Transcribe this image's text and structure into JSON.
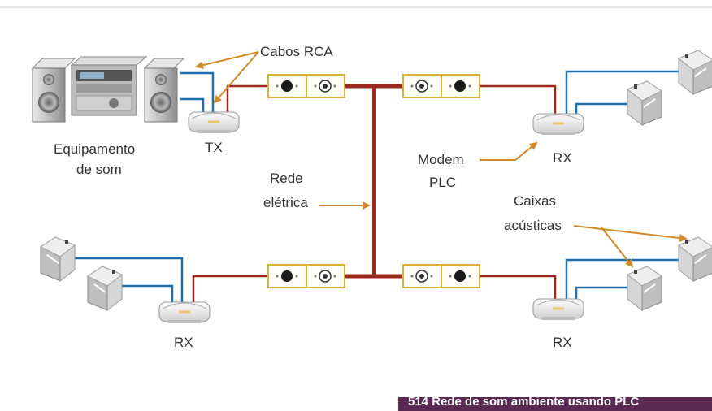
{
  "labels": {
    "cabos_rca": "Cabos RCA",
    "equip_line1": "Equipamento",
    "equip_line2": "de som",
    "tx": "TX",
    "rede_line1": "Rede",
    "rede_line2": "elétrica",
    "modem_line1": "Modem",
    "modem_line2": "PLC",
    "rx_top_right": "RX",
    "caixas_line1": "Caixas",
    "caixas_line2": "acústicas",
    "rx_bottom_left": "RX",
    "rx_bottom_right": "RX"
  },
  "caption": "514 Rede de som ambiente usando PLC",
  "colors": {
    "power_line": "#9b2a1e",
    "audio_cable": "#1e6fae",
    "annotation_arrow": "#d08a2a",
    "outlet_border": "#d9b23a",
    "caption_bg": "#5a2a55"
  },
  "icons": [
    "stereo-system-icon",
    "plc-modem-icon",
    "power-outlet-icon",
    "speaker-icon"
  ]
}
